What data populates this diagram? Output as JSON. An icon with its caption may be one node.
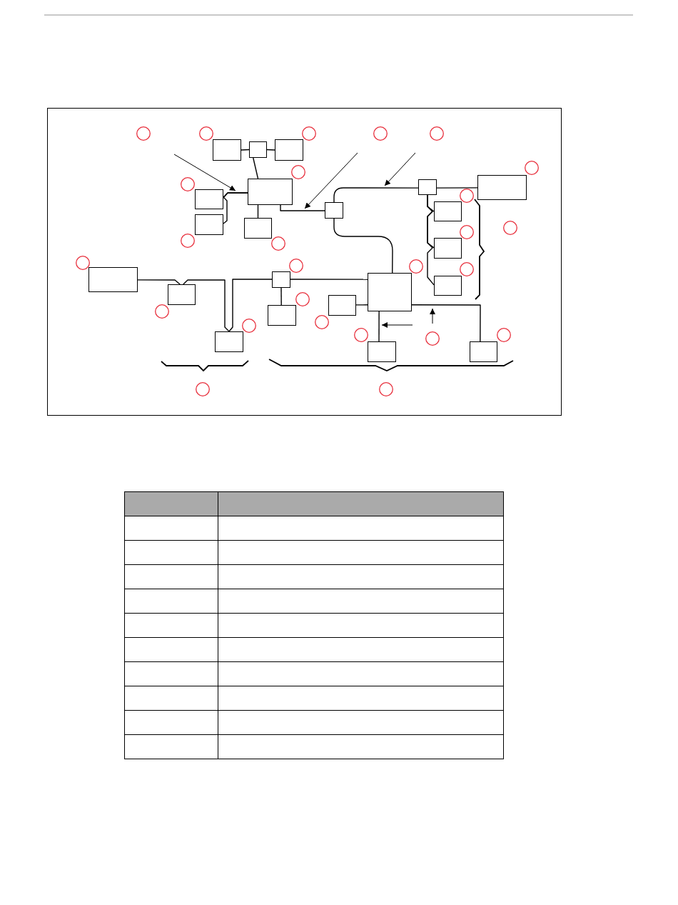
{
  "diagram": {
    "nodes": [
      {
        "text": [],
        "shape": "box"
      },
      {
        "text": [],
        "shape": "box"
      },
      {
        "text": [],
        "shape": "box"
      },
      {
        "text": [],
        "shape": "box"
      },
      {
        "text": [],
        "shape": "box"
      },
      {
        "text": [],
        "shape": "box"
      },
      {
        "text": [],
        "shape": "box"
      },
      {
        "text": [],
        "shape": "box"
      },
      {
        "text": [],
        "shape": "box"
      },
      {
        "text": [],
        "shape": "box"
      },
      {
        "text": [],
        "shape": "box"
      },
      {
        "text": [],
        "shape": "box"
      },
      {
        "text": [],
        "shape": "box"
      },
      {
        "text": [],
        "shape": "box"
      },
      {
        "text": [],
        "shape": "box"
      },
      {
        "text": [],
        "shape": "box"
      },
      {
        "text": [],
        "shape": "box"
      },
      {
        "text": [],
        "shape": "box"
      },
      {
        "text": [],
        "shape": "box"
      },
      {
        "text": [],
        "shape": "box"
      },
      {
        "text": [],
        "shape": "box"
      },
      {
        "text": [],
        "shape": "box"
      }
    ],
    "edges": [
      {
        "from": 0,
        "to": 1,
        "arrow": "none"
      },
      {
        "from": 1,
        "to": 2,
        "arrow": "none"
      },
      {
        "from": 1,
        "to": 3,
        "arrow": "none"
      },
      {
        "from": 3,
        "to": 4,
        "arrow": "none"
      },
      {
        "from": 3,
        "to": 9,
        "arrow": "none"
      },
      {
        "from": 3,
        "to": 10,
        "arrow": "none"
      },
      {
        "from": 3,
        "to": 5,
        "arrow": "none"
      },
      {
        "from": 5,
        "to": 6,
        "arrow": "none"
      },
      {
        "from": 6,
        "to": 7,
        "arrow": "none"
      },
      {
        "from": 6,
        "to": 8,
        "arrow": "none"
      },
      {
        "from": 6,
        "to": 11,
        "arrow": "none"
      },
      {
        "from": 6,
        "to": 15,
        "arrow": "none"
      },
      {
        "from": 5,
        "to": 14,
        "arrow": "none"
      },
      {
        "from": 12,
        "to": 16,
        "arrow": "none"
      },
      {
        "from": 16,
        "to": 19,
        "arrow": "none"
      },
      {
        "from": 13,
        "to": 19,
        "arrow": "none"
      },
      {
        "from": 13,
        "to": 14,
        "arrow": "none"
      },
      {
        "from": 13,
        "to": 18,
        "arrow": "none"
      },
      {
        "from": 17,
        "to": 14,
        "arrow": "none"
      },
      {
        "from": 14,
        "to": 20,
        "arrow": "none"
      },
      {
        "from": 14,
        "to": 21,
        "arrow": "none"
      }
    ]
  }
}
